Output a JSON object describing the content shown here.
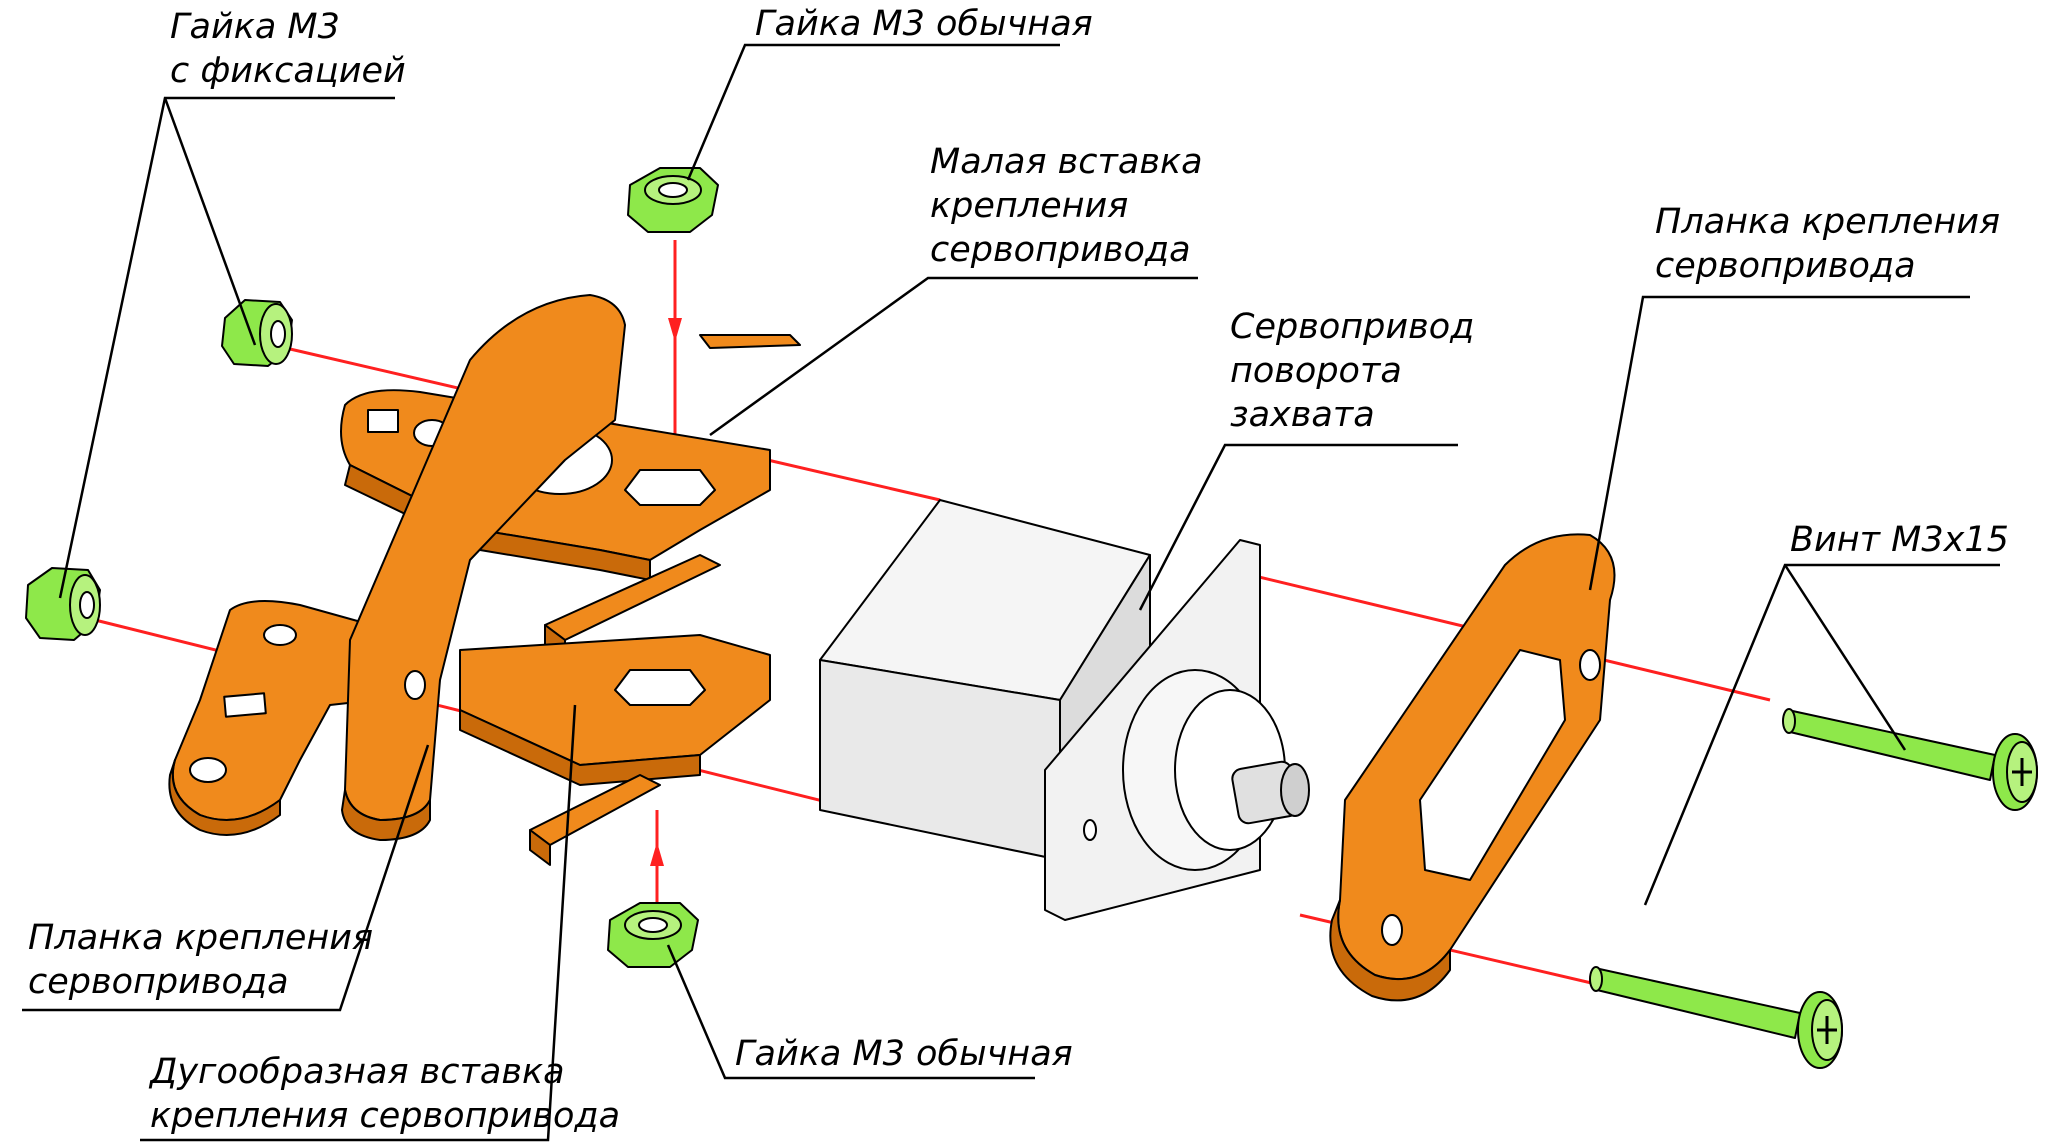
{
  "labels": {
    "nut_locking_l1": "Гайка М3",
    "nut_locking_l2": "с фиксацией",
    "nut_top": "Гайка М3 обычная",
    "small_insert_l1": "Малая вставка",
    "small_insert_l2": "крепления",
    "small_insert_l3": "сервопривода",
    "servo_l1": "Сервопривод",
    "servo_l2": "поворота",
    "servo_l3": "захвата",
    "plate_right_l1": "Планка крепления",
    "plate_right_l2": "сервопривода",
    "screw": "Винт М3х15",
    "plate_left_l1": "Планка крепления",
    "plate_left_l2": "сервопривода",
    "arc_insert_l1": "Дугообразная вставка",
    "arc_insert_l2": "крепления сервопривода",
    "nut_bottom": "Гайка М3 обычная"
  },
  "colors": {
    "part_orange": "#f08a1c",
    "part_orange_dark": "#c96a0a",
    "fastener_green": "#8ee84a",
    "servo_grey": "#e9e9e9",
    "axis_red": "#ff2020",
    "leader_black": "#000000"
  }
}
